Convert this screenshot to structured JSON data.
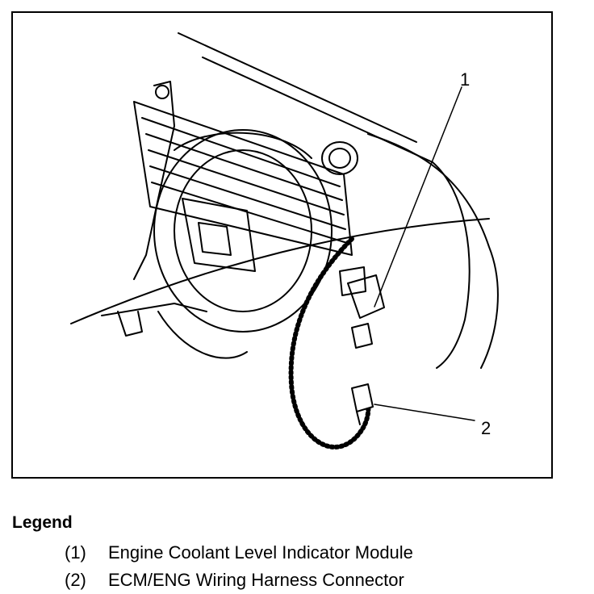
{
  "diagram": {
    "callouts": [
      "1",
      "2"
    ]
  },
  "legend": {
    "title": "Legend",
    "items": [
      {
        "num": "(1)",
        "label": "Engine Coolant Level Indicator Module"
      },
      {
        "num": "(2)",
        "label": "ECM/ENG Wiring Harness Connector"
      }
    ]
  }
}
